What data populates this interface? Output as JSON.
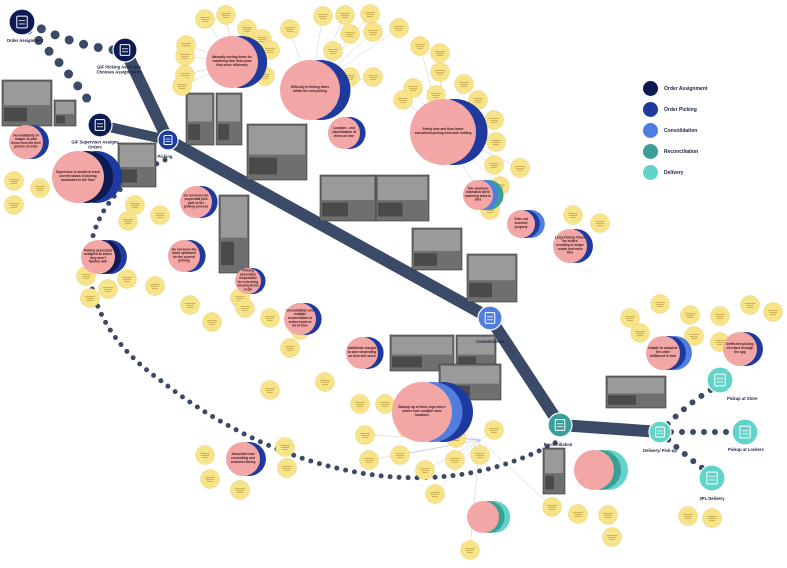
{
  "colors": {
    "order_assignment": "#0d1b54",
    "order_picking": "#1f3a9e",
    "consolidation": "#4f7de0",
    "reconciliation": "#3a9f97",
    "delivery": "#62d3c8",
    "path": "#3b4a66",
    "pain": "#f3a6a6",
    "note": "#f7e48a",
    "note_stroke": "#e8c95a"
  },
  "legend": [
    {
      "label": "Order Assignment",
      "color_key": "order_assignment"
    },
    {
      "label": "Order Picking",
      "color_key": "order_picking"
    },
    {
      "label": "Consolidation",
      "color_key": "consolidation"
    },
    {
      "label": "Reconciliation",
      "color_key": "reconciliation"
    },
    {
      "label": "Delivery",
      "color_key": "delivery"
    }
  ],
  "nodes": {
    "order_assignment": {
      "label": "Order Assignment",
      "icon": "clipboard-icon"
    },
    "gif_picking": {
      "label": "GIF Picking Associate Chooses Assignments",
      "icon": "person-clipboard-icon"
    },
    "gif_supervisor": {
      "label": "GIF Supervisor Assigns Orders",
      "icon": "org-chart-icon"
    },
    "picking": {
      "label": "Picking",
      "icon": "handheld-scanner-icon"
    },
    "consolidation": {
      "label": "Consolidation",
      "icon": "merge-arrows-icon"
    },
    "reconciliation": {
      "label": "Reconciliation",
      "icon": "command-key-icon"
    },
    "delivery": {
      "label": "Delivery/ Pick-up",
      "icon": "delivery-truck-icon"
    },
    "pickup_store": {
      "label": "Pickup at Store",
      "icon": "store-pickup-icon"
    },
    "pickup_lockers": {
      "label": "Pickup at Lockers",
      "icon": "locker-icon"
    },
    "tpl_delivery": {
      "label": "3PL Delivery",
      "icon": "truck-icon"
    }
  },
  "pain_points": [
    {
      "text": "No availability of images to pick items from the item picture of order"
    },
    {
      "text": "Supervisor is unable to track current status of picking associates in the floor"
    },
    {
      "text": "Picking associates assigned to zones they aren't familiar with"
    },
    {
      "text": "Manually sorting items for remaining time first-come first-serve efficiently"
    },
    {
      "text": "Difficulty in finding items within the unit picking"
    },
    {
      "text": "Location - and classification of items on tote"
    },
    {
      "text": "Plenty time and time-frame considered picking from bulk holding"
    },
    {
      "text": "Do not know the sequential pick path of the picking process"
    },
    {
      "text": "Do not know the route optimized for the current picking"
    },
    {
      "text": "Tote locations mismatch when scanning totes in bins"
    },
    {
      "text": "Totes not scanned properly"
    },
    {
      "text": "Long Picking Times for orders resulting in longer routes and more time"
    },
    {
      "text": "Picking associates responsible for a shelving missing items in bin"
    },
    {
      "text": "Consolidation and multiple reconciliation of orders leads to lot of time"
    },
    {
      "text": "Additional charges to store depending on item and stock"
    },
    {
      "text": "Backup up of times logs where orders from multiple store locations"
    },
    {
      "text": "Associate from reconciling and customer-facing"
    },
    {
      "text": "Unable to complete the order fulfillment in time"
    },
    {
      "text": "Inefficient picking of orders through the app"
    }
  ]
}
